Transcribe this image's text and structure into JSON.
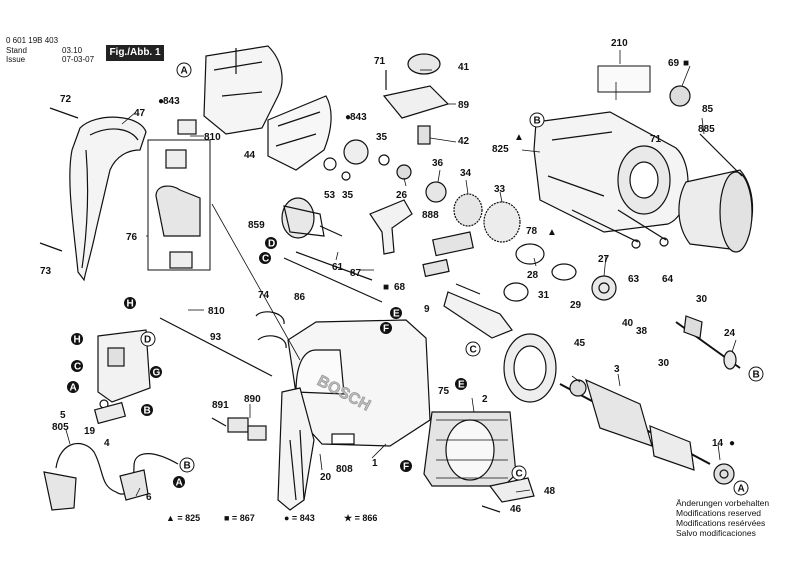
{
  "header": {
    "doc_number": "0 601 19B 403",
    "stand_label": "Stand",
    "stand_value": "03.10",
    "issue_label": "Issue",
    "issue_value": "07-03-07",
    "figure_label": "Fig./Abb. 1"
  },
  "parts": {
    "p210": "210",
    "p69": "69",
    "p71a": "71",
    "p71b": "71",
    "p41": "41",
    "p89": "89",
    "p42": "42",
    "p36": "36",
    "p26": "26",
    "p34": "34",
    "p33": "33",
    "p843a": "843",
    "p843b": "843",
    "p35a": "35",
    "p35b": "35",
    "p53": "53",
    "p44": "44",
    "p810a": "810",
    "p810b": "810",
    "p72": "72",
    "p47": "47",
    "p76": "76",
    "p73": "73",
    "p859": "859",
    "p61": "61",
    "p87": "87",
    "p86": "86",
    "p888": "888",
    "p78": "78",
    "p28": "28",
    "p68": "68",
    "p9": "9",
    "p31": "31",
    "p29": "29",
    "p27": "27",
    "p63": "63",
    "p64": "64",
    "p825": "825",
    "p85": "85",
    "p885": "885",
    "p74": "74",
    "p93": "93",
    "p45": "45",
    "p30a": "30",
    "p30b": "30",
    "p24": "24",
    "p40": "40",
    "p38": "38",
    "p3": "3",
    "p2": "2",
    "p75": "75",
    "p891": "891",
    "p890": "890",
    "p808": "808",
    "p20": "20",
    "p1": "1",
    "p5": "5",
    "p805": "805",
    "p19": "19",
    "p4": "4",
    "p6": "6",
    "p48": "48",
    "p46": "46",
    "p14": "14"
  },
  "callouts": [
    "A",
    "B",
    "C",
    "D",
    "E",
    "F",
    "G",
    "H"
  ],
  "brand_text": "BOSCH",
  "legend": {
    "triangle": "▲ = 825",
    "square": "■ = 867",
    "dot": "● = 843",
    "star": "★ = 866"
  },
  "notes": [
    "Änderungen vorbehalten",
    "Modifications reserved",
    "Modifications resérvées",
    "Salvo modificaciones"
  ]
}
